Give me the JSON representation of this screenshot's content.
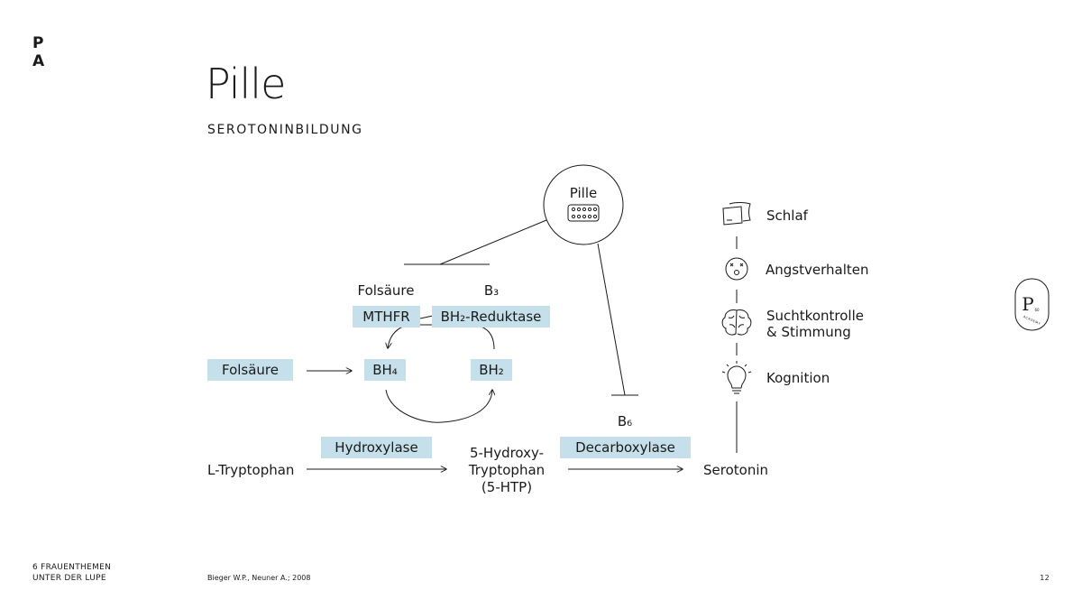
{
  "logo": {
    "line1": "P",
    "line2": "A"
  },
  "title": "Pille",
  "subtitle": "SEROTONINBILDUNG",
  "diagram": {
    "pill_circle_label": "Pille",
    "top_labels": {
      "folsaeure": "Folsäure",
      "b3": "B₃"
    },
    "boxes": {
      "mthfr": "MTHFR",
      "bh2_reduktase": "BH₂-Reduktase",
      "folsaeure": "Folsäure",
      "bh4": "BH₄",
      "bh2": "BH₂",
      "hydroxylase": "Hydroxylase",
      "decarboxylase": "Decarboxylase"
    },
    "b6": "B₆",
    "l_tryptophan": "L-Tryptophan",
    "htp": {
      "line1": "5-Hydroxy-",
      "line2": "Tryptophan",
      "line3": "(5-HTP)"
    },
    "serotonin": "Serotonin"
  },
  "effects": [
    {
      "icon": "pillow-icon",
      "label": "Schlaf"
    },
    {
      "icon": "face-icon",
      "label": "Angstverhalten"
    },
    {
      "icon": "brain-icon",
      "label": "Suchtkontrolle",
      "label2": "& Stimmung"
    },
    {
      "icon": "lightbulb-icon",
      "label": "Kognition"
    }
  ],
  "badge": {
    "letter": "P",
    "small": "60",
    "ring_text": "ACADEMY"
  },
  "footer": {
    "left_line1": "6 FRAUENTHEMEN",
    "left_line2": "UNTER DER LUPE",
    "citation": "Bieger W.P., Neuner A.; 2008",
    "page_number": "12"
  }
}
